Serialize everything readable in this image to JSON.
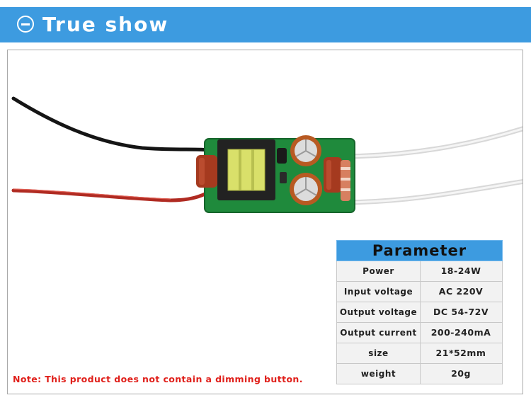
{
  "banner": {
    "title": "True show",
    "icon": "circle-minus-icon"
  },
  "colors": {
    "banner": "#3d9be0",
    "note": "#e0201b",
    "pcb": "#1f8a3c"
  },
  "parameters": {
    "header": "Parameter",
    "rows": [
      {
        "key": "Power",
        "value": "18-24W"
      },
      {
        "key": "Input voltage",
        "value": "AC 220V"
      },
      {
        "key": "Output voltage",
        "value": "DC 54-72V"
      },
      {
        "key": "Output current",
        "value": "200-240mA"
      },
      {
        "key": "size",
        "value": "21*52mm"
      },
      {
        "key": "weight",
        "value": "20g"
      }
    ]
  },
  "note": "Note: This product does not contain a dimming button."
}
